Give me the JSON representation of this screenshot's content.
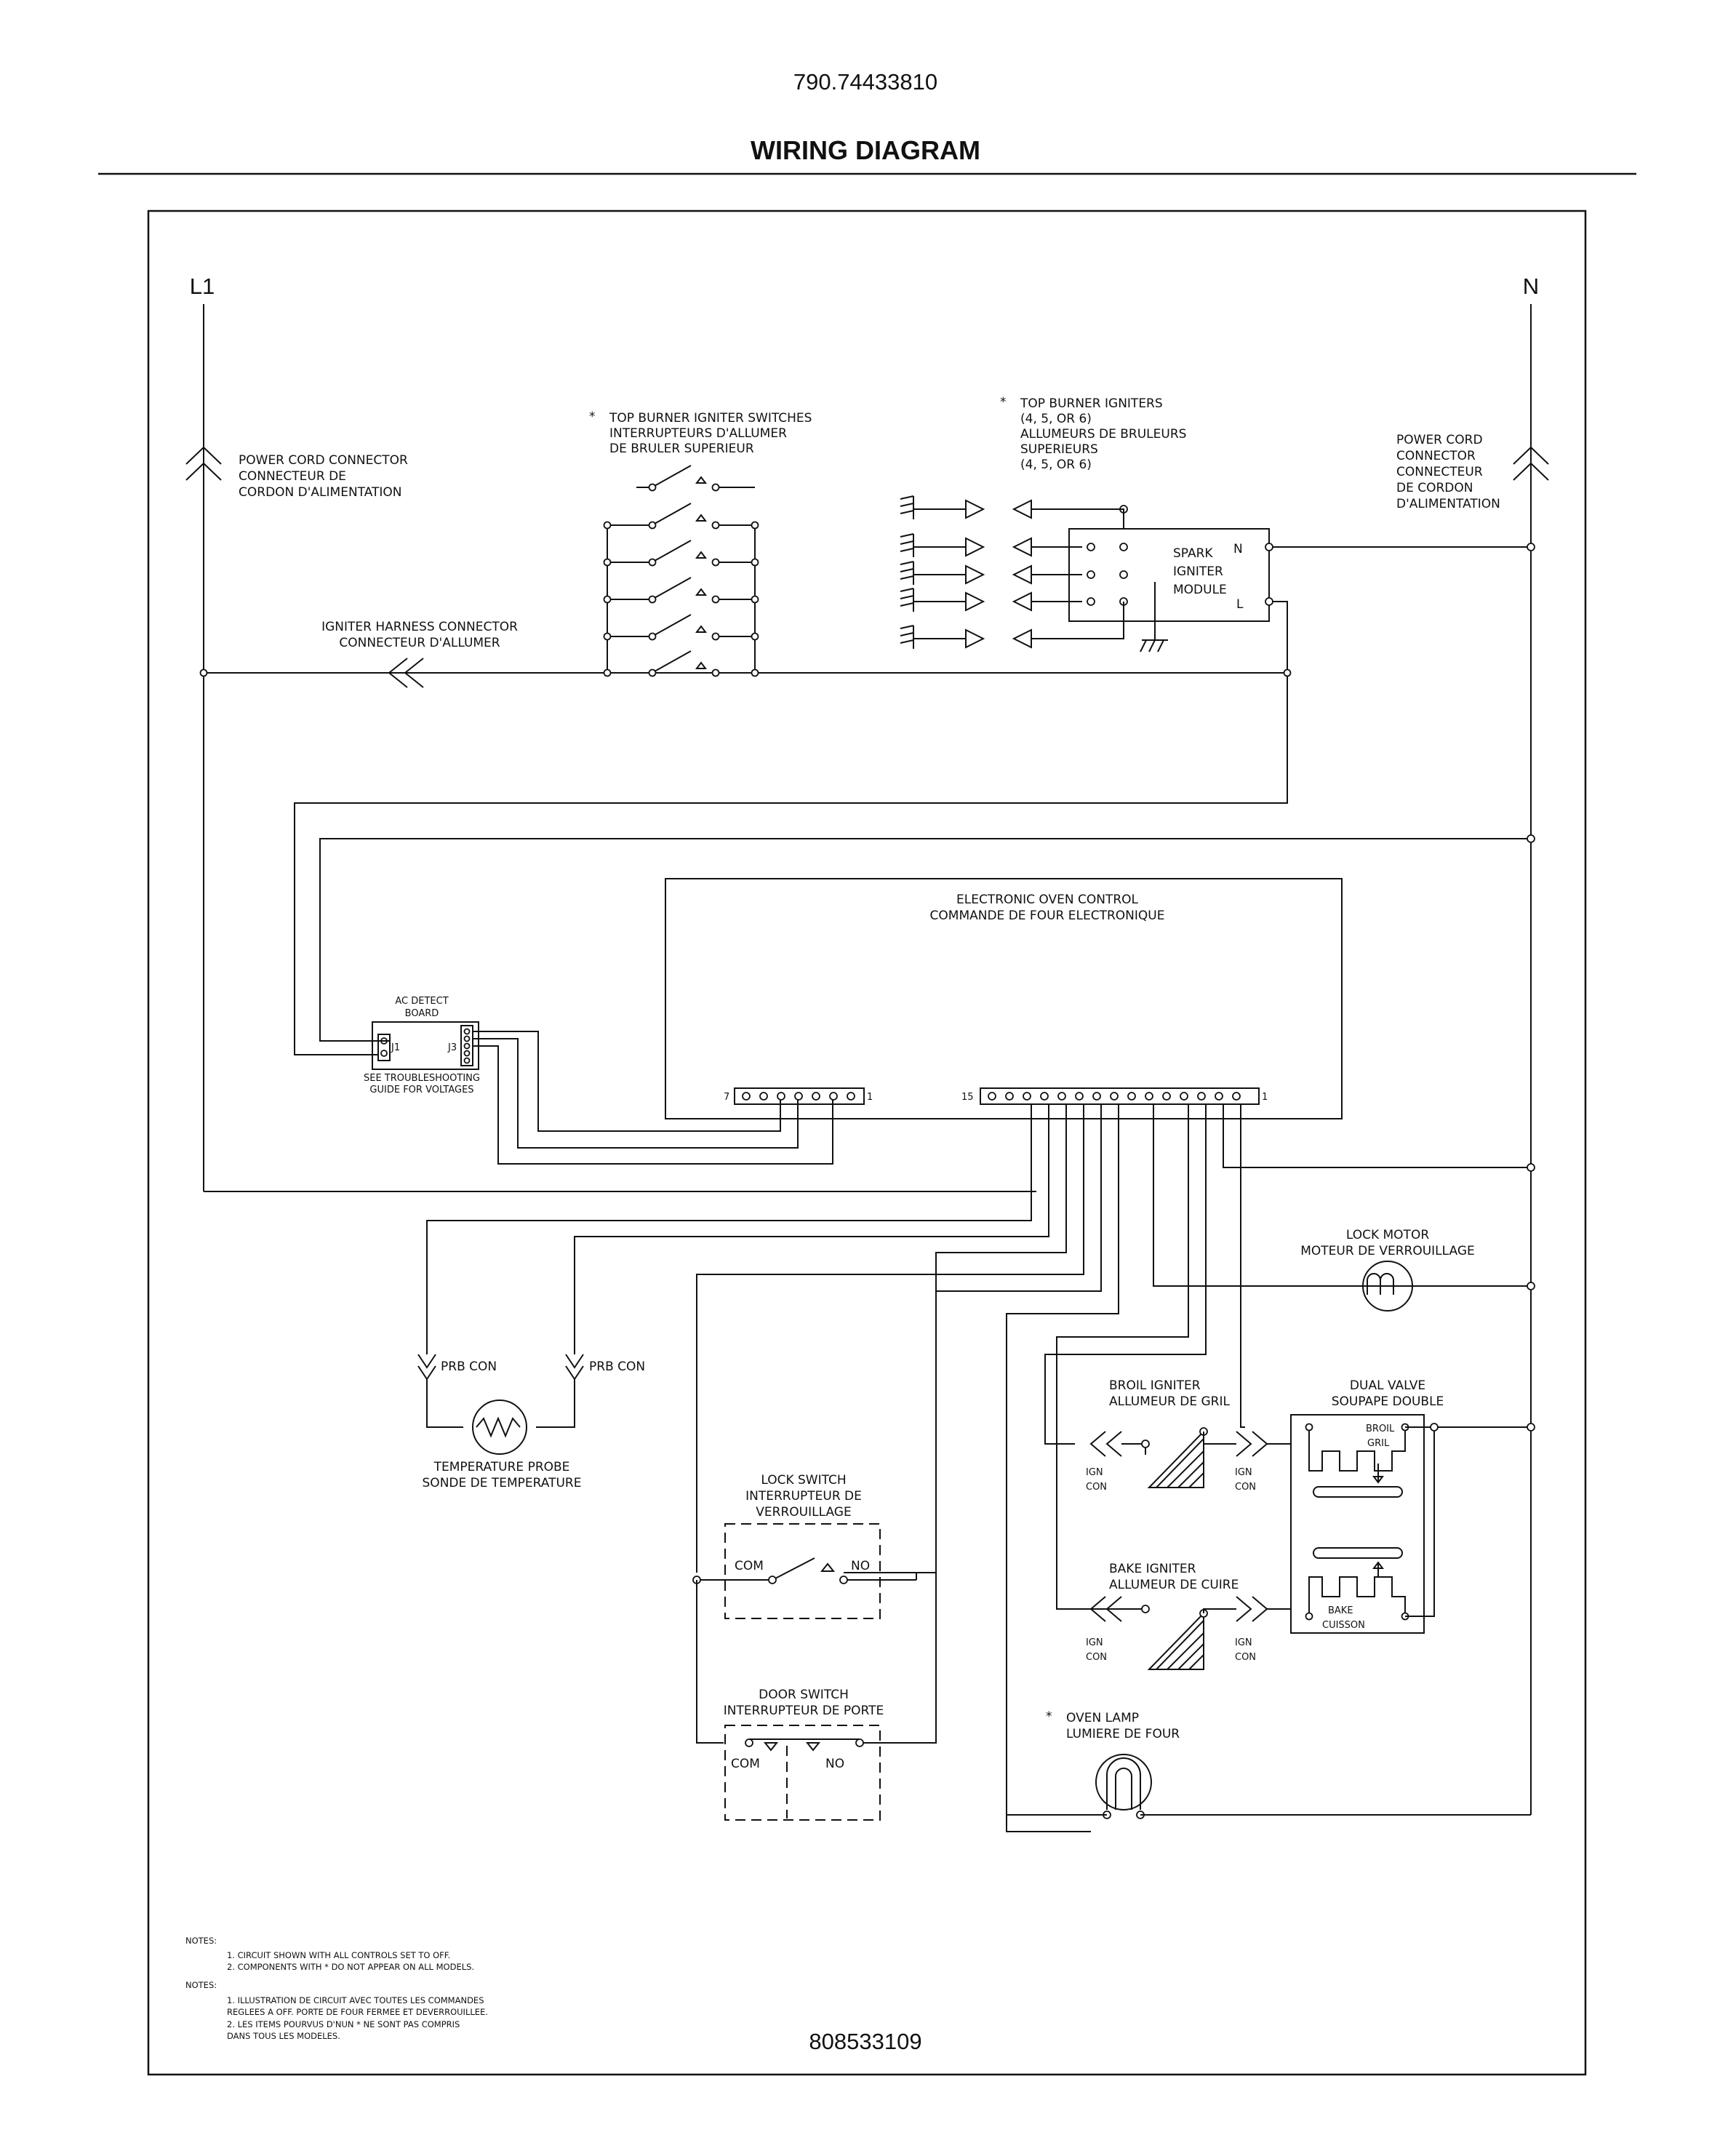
{
  "header": {
    "model_number": "790.74433810",
    "title": "WIRING DIAGRAM"
  },
  "lines": {
    "l1": "L1",
    "n": "N"
  },
  "power_cord_left": [
    "POWER CORD CONNECTOR",
    "CONNECTEUR DE",
    "CORDON D'ALIMENTATION"
  ],
  "power_cord_right": [
    "POWER CORD",
    "CONNECTOR",
    "CONNECTEUR",
    "DE CORDON",
    "D'ALIMENTATION"
  ],
  "igniter_switches": [
    "TOP BURNER IGNITER SWITCHES",
    "INTERRUPTEURS D'ALLUMER",
    "DE BRULER SUPERIEUR"
  ],
  "top_burner_igniters": [
    "TOP BURNER IGNITERS",
    "(4, 5, OR 6)",
    "ALLUMEURS DE BRULEURS",
    "SUPERIEURS",
    "(4, 5, OR 6)"
  ],
  "spark_module": {
    "lines": [
      "SPARK",
      "IGNITER",
      "MODULE"
    ],
    "n": "N",
    "l": "L"
  },
  "igniter_harness": [
    "IGNITER HARNESS CONNECTOR",
    "CONNECTEUR D'ALLUMER"
  ],
  "oven_control": [
    "ELECTRONIC OVEN CONTROL",
    "COMMANDE DE FOUR ELECTRONIQUE"
  ],
  "connectors": {
    "left_hi": "7",
    "left_lo": "1",
    "right_hi": "15",
    "right_lo": "1"
  },
  "ac_board": {
    "title": [
      "AC DETECT",
      "BOARD"
    ],
    "j1": "J1",
    "j3": "J3",
    "note": [
      "SEE TROUBLESHOOTING",
      "GUIDE FOR VOLTAGES"
    ]
  },
  "lock_motor": [
    "LOCK MOTOR",
    "MOTEUR DE VERROUILLAGE"
  ],
  "probe": {
    "con": "PRB CON",
    "lines": [
      "TEMPERATURE PROBE",
      "SONDE DE TEMPERATURE"
    ]
  },
  "lock_switch": {
    "lines": [
      "LOCK SWITCH",
      "INTERRUPTEUR DE",
      "VERROUILLAGE"
    ],
    "com": "COM",
    "no": "NO"
  },
  "door_switch": {
    "lines": [
      "DOOR SWITCH",
      "INTERRUPTEUR DE PORTE"
    ],
    "com": "COM",
    "no": "NO"
  },
  "broil_igniter": [
    "BROIL IGNITER",
    "ALLUMEUR DE GRIL"
  ],
  "bake_igniter": [
    "BAKE IGNITER",
    "ALLUMEUR DE CUIRE"
  ],
  "ign_con": [
    "IGN",
    "CON"
  ],
  "dual_valve": {
    "lines": [
      "DUAL VALVE",
      "SOUPAPE DOUBLE"
    ],
    "broil": [
      "BROIL",
      "GRIL"
    ],
    "bake": [
      "BAKE",
      "CUISSON"
    ]
  },
  "oven_lamp": [
    "OVEN LAMP",
    "LUMIERE DE FOUR"
  ],
  "asterisk": "*",
  "notes_en": {
    "heading": "NOTES:",
    "items": [
      "1.   CIRCUIT SHOWN WITH ALL CONTROLS SET TO OFF.",
      "2.   COMPONENTS WITH * DO NOT APPEAR ON ALL MODELS."
    ]
  },
  "notes_fr": {
    "heading": "NOTES:",
    "items": [
      "1.   ILLUSTRATION DE CIRCUIT AVEC TOUTES LES COMMANDES",
      "      REGLEES A OFF.   PORTE DE FOUR FERMEE ET DEVERROUILLEE.",
      "2.   LES ITEMS POURVUS D'NUN * NE SONT PAS COMPRIS",
      "      DANS TOUS LES MODELES."
    ]
  },
  "part_number": "808533109"
}
